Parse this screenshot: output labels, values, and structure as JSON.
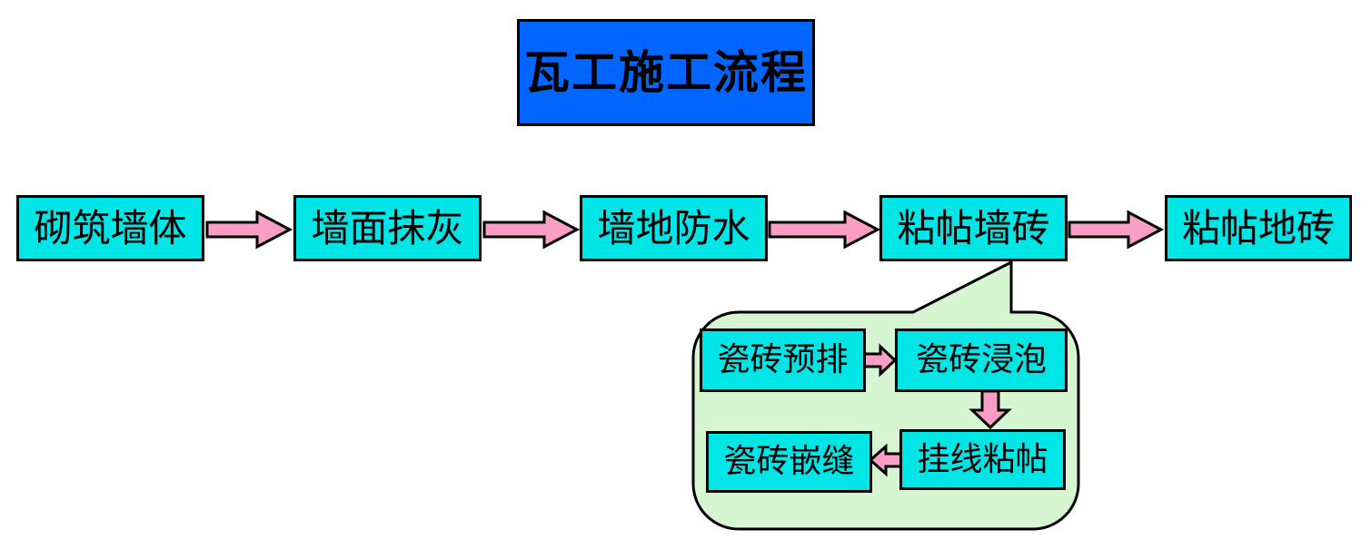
{
  "title": {
    "label": "瓦工施工流程"
  },
  "colors": {
    "title_bg": "#0066ff",
    "process_box_bg": "#00e5e5",
    "arrow": "#fa9ec6",
    "callout_bg": "#d5f6d0",
    "outline": "#000000"
  },
  "main_flow": {
    "steps": [
      {
        "label": "砌筑墙体"
      },
      {
        "label": "墙面抹灰"
      },
      {
        "label": "墙地防水"
      },
      {
        "label": "粘帖墙砖"
      },
      {
        "label": "粘帖地砖"
      }
    ]
  },
  "callout": {
    "attached_to": "粘帖墙砖",
    "steps": [
      {
        "label": "瓷砖预排"
      },
      {
        "label": "瓷砖浸泡"
      },
      {
        "label": "挂线粘帖"
      },
      {
        "label": "瓷砖嵌缝"
      }
    ]
  }
}
